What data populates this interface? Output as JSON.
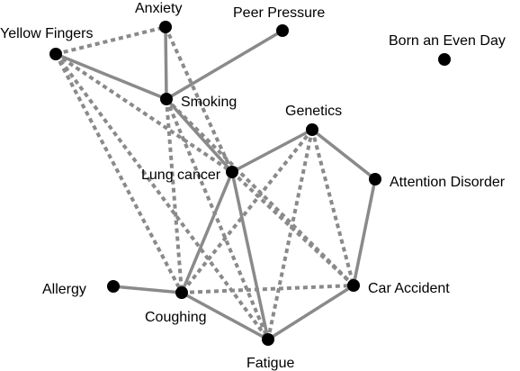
{
  "colors": {
    "edge": "#8a8a8a",
    "node": "#000000",
    "background": "#ffffff",
    "label": "#000000"
  },
  "nodes": [
    {
      "id": "anxiety",
      "label": "Anxiety"
    },
    {
      "id": "peer-pressure",
      "label": "Peer Pressure"
    },
    {
      "id": "yellow-fingers",
      "label": "Yellow Fingers"
    },
    {
      "id": "born-an-even-day",
      "label": "Born an Even Day"
    },
    {
      "id": "smoking",
      "label": "Smoking"
    },
    {
      "id": "genetics",
      "label": "Genetics"
    },
    {
      "id": "lung-cancer",
      "label": "Lung cancer"
    },
    {
      "id": "attention-disorder",
      "label": "Attention Disorder"
    },
    {
      "id": "allergy",
      "label": "Allergy"
    },
    {
      "id": "coughing",
      "label": "Coughing"
    },
    {
      "id": "car-accident",
      "label": "Car Accident"
    },
    {
      "id": "fatigue",
      "label": "Fatigue"
    }
  ],
  "edges": [
    {
      "from": "anxiety",
      "to": "smoking",
      "style": "solid"
    },
    {
      "from": "peer-pressure",
      "to": "smoking",
      "style": "solid"
    },
    {
      "from": "yellow-fingers",
      "to": "smoking",
      "style": "solid"
    },
    {
      "from": "smoking",
      "to": "lung-cancer",
      "style": "solid"
    },
    {
      "from": "genetics",
      "to": "lung-cancer",
      "style": "solid"
    },
    {
      "from": "genetics",
      "to": "attention-disorder",
      "style": "solid"
    },
    {
      "from": "attention-disorder",
      "to": "car-accident",
      "style": "solid"
    },
    {
      "from": "lung-cancer",
      "to": "coughing",
      "style": "solid"
    },
    {
      "from": "lung-cancer",
      "to": "fatigue",
      "style": "solid"
    },
    {
      "from": "allergy",
      "to": "coughing",
      "style": "solid"
    },
    {
      "from": "coughing",
      "to": "fatigue",
      "style": "solid"
    },
    {
      "from": "fatigue",
      "to": "car-accident",
      "style": "solid"
    },
    {
      "from": "yellow-fingers",
      "to": "anxiety",
      "style": "dashed"
    },
    {
      "from": "anxiety",
      "to": "lung-cancer",
      "style": "dashed"
    },
    {
      "from": "yellow-fingers",
      "to": "lung-cancer",
      "style": "dashed"
    },
    {
      "from": "yellow-fingers",
      "to": "coughing",
      "style": "dashed"
    },
    {
      "from": "yellow-fingers",
      "to": "fatigue",
      "style": "dashed"
    },
    {
      "from": "smoking",
      "to": "coughing",
      "style": "dashed"
    },
    {
      "from": "smoking",
      "to": "fatigue",
      "style": "dashed"
    },
    {
      "from": "smoking",
      "to": "car-accident",
      "style": "dashed"
    },
    {
      "from": "genetics",
      "to": "coughing",
      "style": "dashed"
    },
    {
      "from": "genetics",
      "to": "car-accident",
      "style": "dashed"
    },
    {
      "from": "genetics",
      "to": "fatigue",
      "style": "dashed"
    },
    {
      "from": "lung-cancer",
      "to": "car-accident",
      "style": "dashed"
    },
    {
      "from": "coughing",
      "to": "car-accident",
      "style": "dashed"
    }
  ]
}
